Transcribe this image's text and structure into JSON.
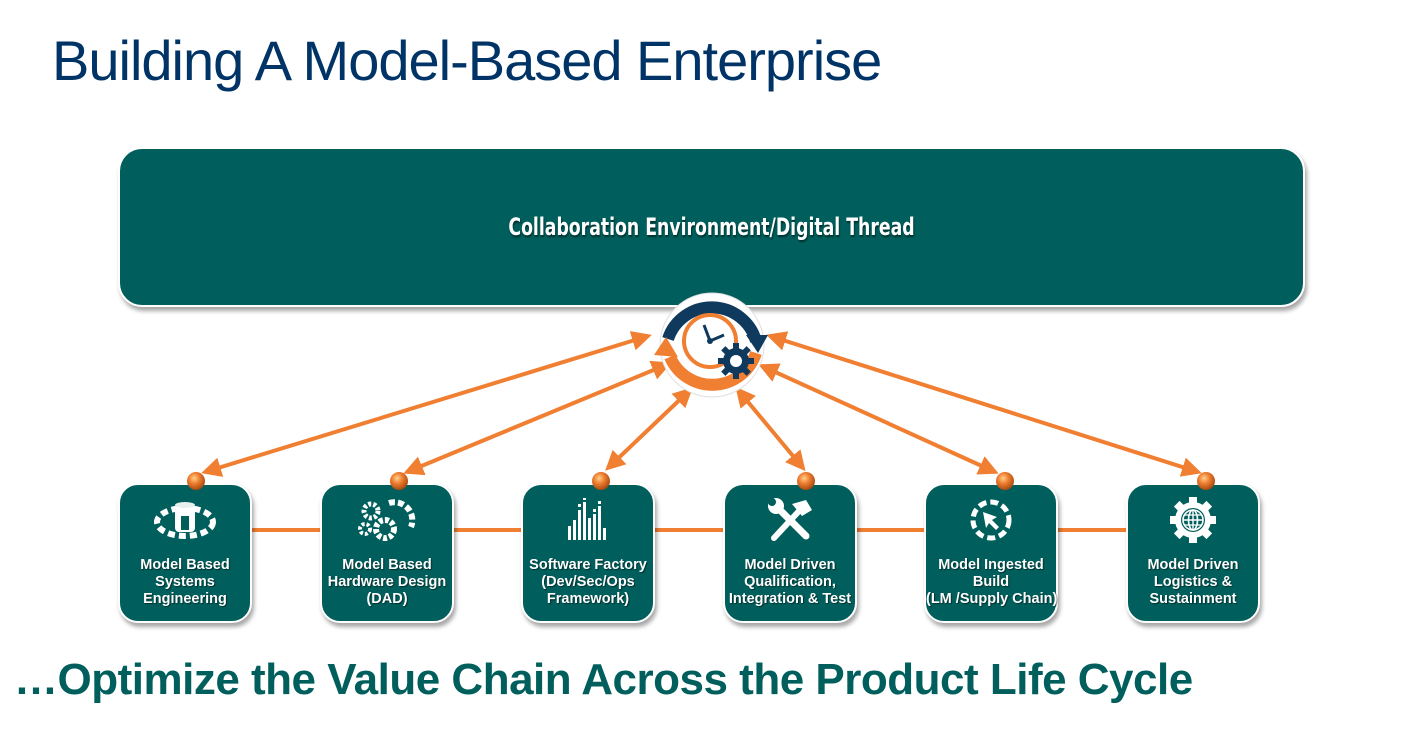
{
  "title": "Building A Model-Based Enterprise",
  "hub": {
    "label": "Collaboration Environment/Digital Thread",
    "icon": "clock-gear-cycle-icon"
  },
  "nodes": [
    {
      "id": "mbse",
      "lines": [
        "Model Based",
        "Systems",
        "Engineering"
      ],
      "icon": "database-ring-icon"
    },
    {
      "id": "mbhd",
      "lines": [
        "Model Based",
        "Hardware Design",
        "(DAD)"
      ],
      "icon": "gears-icon"
    },
    {
      "id": "swf",
      "lines": [
        "Software Factory",
        "(Dev/Sec/Ops",
        "Framework)"
      ],
      "icon": "bar-chart-icon"
    },
    {
      "id": "mdqit",
      "lines": [
        "Model Driven",
        "Qualification,",
        "Integration & Test"
      ],
      "icon": "wrench-hammer-icon"
    },
    {
      "id": "mib",
      "lines": [
        "Model Ingested",
        "Build",
        "(LM /Supply Chain)"
      ],
      "icon": "cursor-cycle-icon"
    },
    {
      "id": "mdls",
      "lines": [
        "Model Driven",
        "Logistics &",
        "Sustainment"
      ],
      "icon": "globe-gear-icon"
    }
  ],
  "tagline": "…Optimize the Value Chain Across the Product Life Cycle",
  "colors": {
    "title": "#003366",
    "teal": "#005f5c",
    "orange": "#f07f32",
    "navy": "#0f3a5e"
  }
}
